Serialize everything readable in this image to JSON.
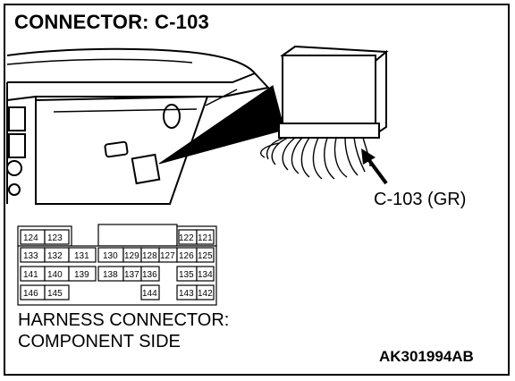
{
  "title": "CONNECTOR: C-103",
  "connector_label": "C-103 (GR)",
  "caption_line1": "HARNESS CONNECTOR:",
  "caption_line2": "COMPONENT SIDE",
  "figure_code": "AK301994AB",
  "pins": {
    "p124": "124",
    "p123": "123",
    "p122": "122",
    "p121": "121",
    "p133": "133",
    "p132": "132",
    "p131": "131",
    "p130": "130",
    "p129": "129",
    "p128": "128",
    "p127": "127",
    "p126": "126",
    "p125": "125",
    "p141": "141",
    "p140": "140",
    "p139": "139",
    "p138": "138",
    "p137": "137",
    "p136": "136",
    "p135": "135",
    "p134": "134",
    "p146": "146",
    "p145": "145",
    "p144": "144",
    "p143": "143",
    "p142": "142"
  }
}
